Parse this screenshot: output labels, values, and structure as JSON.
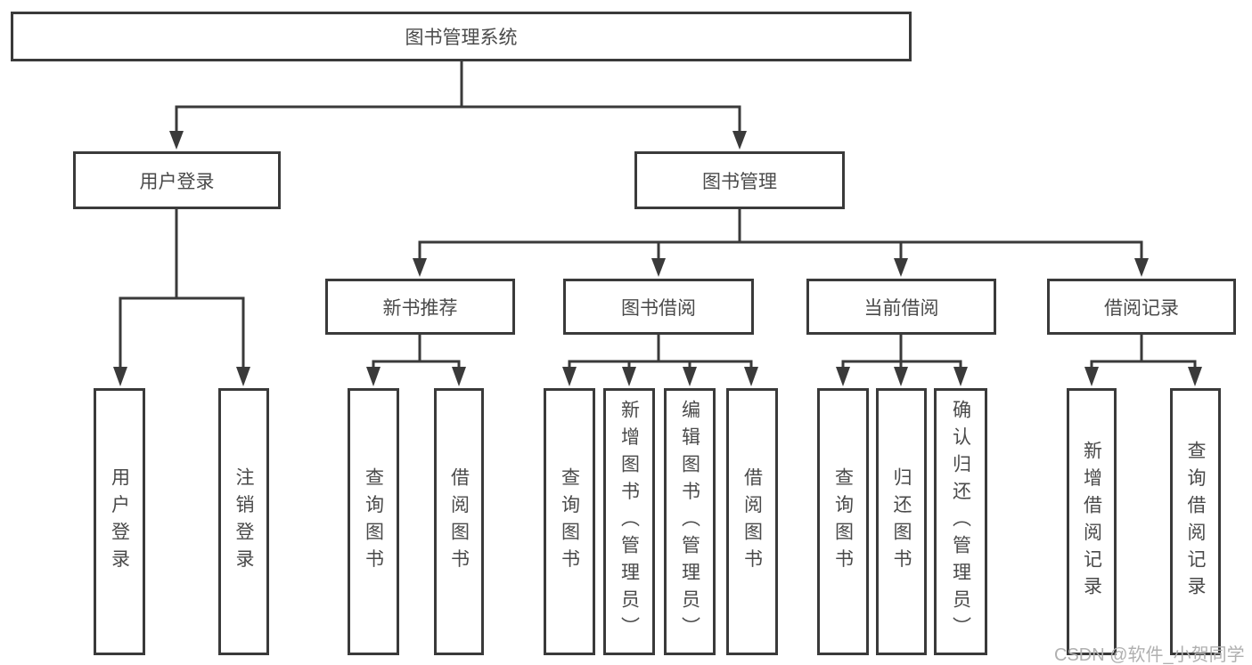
{
  "colors": {
    "line": "#3a3a3a",
    "text": "#4a4a4a",
    "bg": "#ffffff",
    "watermark": "#b0b0b0"
  },
  "root": {
    "label": "图书管理系统"
  },
  "branches": [
    {
      "label": "用户登录",
      "children": [
        {
          "label": "用户登录"
        },
        {
          "label": "注销登录"
        }
      ]
    },
    {
      "label": "图书管理",
      "children": [
        {
          "label": "新书推荐",
          "children": [
            {
              "label": "查询图书"
            },
            {
              "label": "借阅图书"
            }
          ]
        },
        {
          "label": "图书借阅",
          "children": [
            {
              "label": "查询图书"
            },
            {
              "label": "新增图书（管理员）"
            },
            {
              "label": "编辑图书（管理员）"
            },
            {
              "label": "借阅图书"
            }
          ]
        },
        {
          "label": "当前借阅",
          "children": [
            {
              "label": "查询图书"
            },
            {
              "label": "归还图书"
            },
            {
              "label": "确认归还（管理员）"
            }
          ]
        },
        {
          "label": "借阅记录",
          "children": [
            {
              "label": "新增借阅记录"
            },
            {
              "label": "查询借阅记录"
            }
          ]
        }
      ]
    }
  ],
  "watermark": {
    "text": "CSDN @软件_小贺同学"
  }
}
